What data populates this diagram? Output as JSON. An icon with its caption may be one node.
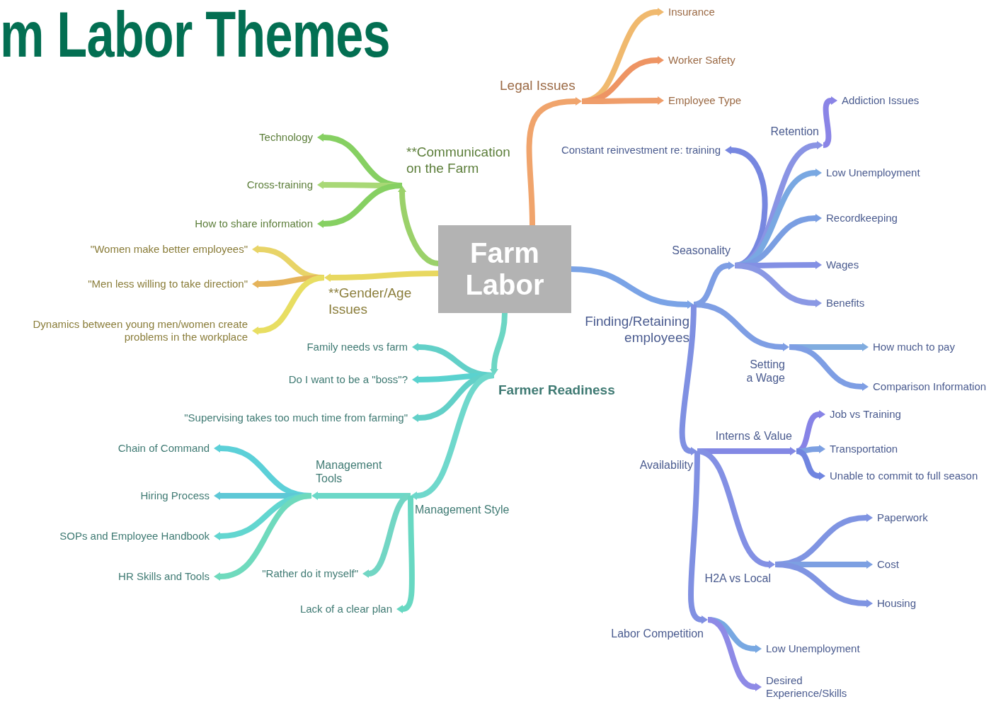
{
  "diagram": {
    "title": "m Labor Themes",
    "nodes": [
      {
        "text": [
          "Farm Labor"
        ]
      },
      {
        "text": [
          "Legal Issues"
        ]
      },
      {
        "text": [
          "Insurance"
        ]
      },
      {
        "text": [
          "Worker Safety"
        ]
      },
      {
        "text": [
          "Employee Type"
        ]
      },
      {
        "text": [
          "**Communication on the Farm"
        ]
      },
      {
        "text": [
          "Technology"
        ]
      },
      {
        "text": [
          "Cross-training"
        ]
      },
      {
        "text": [
          "How to share information"
        ]
      },
      {
        "text": [
          "**Gender/Age Issues"
        ]
      },
      {
        "text": [
          "\"Women make better employees\""
        ]
      },
      {
        "text": [
          "\"Men less willing to take direction\""
        ]
      },
      {
        "text": [
          "Dynamics between young men/women create problems in the workplace"
        ]
      },
      {
        "text": [
          "Farmer Readiness"
        ]
      },
      {
        "text": [
          "Family needs vs farm"
        ]
      },
      {
        "text": [
          "Do I want to be a \"boss\"?"
        ]
      },
      {
        "text": [
          "\"Supervising takes too much time from farming\""
        ]
      },
      {
        "text": [
          "Management Style"
        ]
      },
      {
        "text": [
          "Management Tools"
        ]
      },
      {
        "text": [
          "Chain of Command"
        ]
      },
      {
        "text": [
          "Hiring Process"
        ]
      },
      {
        "text": [
          "SOPs and Employee Handbook"
        ]
      },
      {
        "text": [
          "HR Skills and Tools"
        ]
      },
      {
        "text": [
          "\"Rather do it myself\""
        ]
      },
      {
        "text": [
          "Lack of a clear plan"
        ]
      },
      {
        "text": [
          "Finding/Retaining employees"
        ]
      },
      {
        "text": [
          "Seasonality"
        ]
      },
      {
        "text": [
          "Constant reinvestment re: training"
        ]
      },
      {
        "text": [
          "Retention"
        ]
      },
      {
        "text": [
          "Addiction Issues"
        ]
      },
      {
        "text": [
          "Low Unemployment"
        ]
      },
      {
        "text": [
          "Recordkeeping"
        ]
      },
      {
        "text": [
          "Wages"
        ]
      },
      {
        "text": [
          "Benefits"
        ]
      },
      {
        "text": [
          "Setting a Wage"
        ]
      },
      {
        "text": [
          "How much to pay"
        ]
      },
      {
        "text": [
          "Comparison Information"
        ]
      },
      {
        "text": [
          "Availability"
        ]
      },
      {
        "text": [
          "Interns & Value"
        ]
      },
      {
        "text": [
          "Job vs Training"
        ]
      },
      {
        "text": [
          "Transportation"
        ]
      },
      {
        "text": [
          "Unable to commit to full season"
        ]
      },
      {
        "text": [
          "H2A vs Local"
        ]
      },
      {
        "text": [
          "Paperwork"
        ]
      },
      {
        "text": [
          "Cost"
        ]
      },
      {
        "text": [
          "Housing"
        ]
      },
      {
        "text": [
          "Labor Competition"
        ]
      },
      {
        "text": [
          "Low Unemployment"
        ]
      },
      {
        "text": [
          "Desired Experience/Skills"
        ]
      }
    ],
    "edges": [
      {
        "from": 0,
        "to": 1,
        "arrow": "to",
        "color": "#f0a46c"
      },
      {
        "from": 1,
        "to": 2,
        "arrow": "to",
        "color": "#f0b96e"
      },
      {
        "from": 1,
        "to": 3,
        "arrow": "to",
        "color": "#ee9463"
      },
      {
        "from": 1,
        "to": 4,
        "arrow": "to",
        "color": "#ef9d6a"
      },
      {
        "from": 0,
        "to": 5,
        "arrow": "to",
        "color": "#9bd16a"
      },
      {
        "from": 5,
        "to": 6,
        "arrow": "to",
        "color": "#86d062"
      },
      {
        "from": 5,
        "to": 7,
        "arrow": "to",
        "color": "#a8d876"
      },
      {
        "from": 5,
        "to": 8,
        "arrow": "to",
        "color": "#86d062"
      },
      {
        "from": 0,
        "to": 9,
        "arrow": "to",
        "color": "#e8d860"
      },
      {
        "from": 9,
        "to": 10,
        "arrow": "to",
        "color": "#e8d468"
      },
      {
        "from": 9,
        "to": 11,
        "arrow": "to",
        "color": "#e5b35a"
      },
      {
        "from": 9,
        "to": 12,
        "arrow": "to",
        "color": "#e8de62"
      },
      {
        "from": 0,
        "to": 13,
        "arrow": "to",
        "color": "#6dd6c4"
      },
      {
        "from": 13,
        "to": 14,
        "arrow": "to",
        "color": "#62d0c8"
      },
      {
        "from": 13,
        "to": 15,
        "arrow": "to",
        "color": "#5ad2cf"
      },
      {
        "from": 13,
        "to": 16,
        "arrow": "to",
        "color": "#62d0c8"
      },
      {
        "from": 13,
        "to": 17,
        "arrow": "to",
        "color": "#6fd8cc"
      },
      {
        "from": 17,
        "to": 18,
        "arrow": "to",
        "color": "#6cd8c8"
      },
      {
        "from": 18,
        "to": 19,
        "arrow": "to",
        "color": "#5cd0d8"
      },
      {
        "from": 18,
        "to": 20,
        "arrow": "to",
        "color": "#5ec8d6"
      },
      {
        "from": 18,
        "to": 21,
        "arrow": "to",
        "color": "#62d6d0"
      },
      {
        "from": 18,
        "to": 22,
        "arrow": "to",
        "color": "#6fdabd"
      },
      {
        "from": 17,
        "to": 23,
        "arrow": "to",
        "color": "#72d6c4"
      },
      {
        "from": 17,
        "to": 24,
        "arrow": "to",
        "color": "#68d8c2"
      },
      {
        "from": 0,
        "to": 25,
        "arrow": "to",
        "color": "#7aa3e6"
      },
      {
        "from": 25,
        "to": 26,
        "arrow": "to",
        "color": "#7e9ee4"
      },
      {
        "from": 26,
        "to": 27,
        "arrow": "to",
        "color": "#7787e0"
      },
      {
        "from": 26,
        "to": 28,
        "arrow": "to",
        "color": "#8a94e4"
      },
      {
        "from": 28,
        "to": 29,
        "arrow": "to",
        "color": "#8a84e6"
      },
      {
        "from": 26,
        "to": 30,
        "arrow": "to",
        "color": "#79a8e2"
      },
      {
        "from": 26,
        "to": 31,
        "arrow": "to",
        "color": "#7a9ee2"
      },
      {
        "from": 26,
        "to": 32,
        "arrow": "to",
        "color": "#8390e4"
      },
      {
        "from": 26,
        "to": 33,
        "arrow": "to",
        "color": "#8a98e4"
      },
      {
        "from": 25,
        "to": 34,
        "arrow": "to",
        "color": "#7e9ee4"
      },
      {
        "from": 34,
        "to": 35,
        "arrow": "to",
        "color": "#80acdf"
      },
      {
        "from": 34,
        "to": 36,
        "arrow": "to",
        "color": "#7e9ee4"
      },
      {
        "from": 25,
        "to": 37,
        "arrow": "to",
        "color": "#7f90e2"
      },
      {
        "from": 37,
        "to": 38,
        "arrow": "to",
        "color": "#8388e4"
      },
      {
        "from": 38,
        "to": 39,
        "arrow": "to",
        "color": "#8783e6"
      },
      {
        "from": 38,
        "to": 40,
        "arrow": "to",
        "color": "#7da0e2"
      },
      {
        "from": 38,
        "to": 41,
        "arrow": "to",
        "color": "#7085e0"
      },
      {
        "from": 37,
        "to": 42,
        "arrow": "to",
        "color": "#8390e4"
      },
      {
        "from": 42,
        "to": 43,
        "arrow": "to",
        "color": "#7f94e2"
      },
      {
        "from": 42,
        "to": 44,
        "arrow": "to",
        "color": "#7da0e2"
      },
      {
        "from": 42,
        "to": 45,
        "arrow": "to",
        "color": "#7f94e2"
      },
      {
        "from": 37,
        "to": 46,
        "arrow": "to",
        "color": "#8090e2"
      },
      {
        "from": 46,
        "to": 47,
        "arrow": "to",
        "color": "#78a8e2"
      },
      {
        "from": 46,
        "to": 48,
        "arrow": "to",
        "color": "#8e8ae6"
      }
    ]
  }
}
